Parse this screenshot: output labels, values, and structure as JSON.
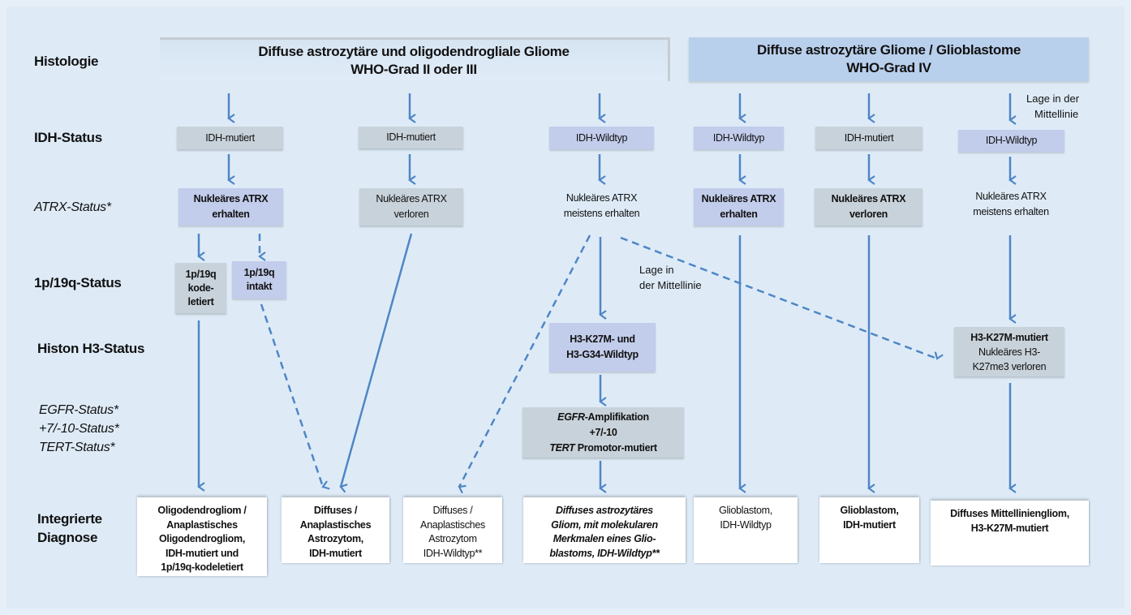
{
  "row_labels": {
    "histologie": "Histologie",
    "idh": "IDH-Status",
    "atrx": "ATRX-Status*",
    "p19q": "1p/19q-Status",
    "h3": "Histon H3-Status",
    "egfr": "EGFR-Status*",
    "plus7": "+7/-10-Status*",
    "tert": "TERT-Status*",
    "diag1": "Integrierte",
    "diag2": "Diagnose"
  },
  "headers": {
    "left": {
      "line1": "Diffuse astrozytäre und oligodendrogliale Gliome",
      "line2": "WHO-Grad II oder III"
    },
    "right": {
      "line1": "Diffuse astrozytäre Gliome / Glioblastome",
      "line2": "WHO-Grad IV"
    }
  },
  "idh": [
    "IDH-mutiert",
    "IDH-mutiert",
    "IDH-Wildtyp",
    "IDH-Wildtyp",
    "IDH-mutiert",
    "IDH-Wildtyp"
  ],
  "atrx": [
    {
      "l1": "Nukleäres ATRX",
      "l2": "erhalten"
    },
    {
      "l1": "Nukleäres ATRX",
      "l2": "verloren"
    },
    {
      "l1": "Nukleäres ATRX",
      "l2": "meistens erhalten"
    },
    {
      "l1": "Nukleäres ATRX",
      "l2": "erhalten"
    },
    {
      "l1": "Nukleäres ATRX",
      "l2": "verloren"
    },
    {
      "l1": "Nukleäres ATRX",
      "l2": "meistens erhalten"
    }
  ],
  "p19q": {
    "kode": {
      "l1": "1p/19q",
      "l2": "kode-",
      "l3": "letiert"
    },
    "intakt": {
      "l1": "1p/19q",
      "l2": "intakt"
    }
  },
  "h3": {
    "wildtyp": {
      "l1": "H3-K27M- und",
      "l2": "H3-G34-Wildtyp"
    },
    "mutiert": {
      "l1": "H3-K27M-mutiert",
      "l2": "Nukleäres H3-",
      "l3": "K27me3 verloren"
    }
  },
  "egfr_box": {
    "egfr": "EGFR",
    "amp": "-Amplifikation",
    "l2": "+7/-10",
    "tert": "TERT",
    "prom": " Promotor-mutiert"
  },
  "notes": {
    "midline_right": {
      "l1": "Lage in der",
      "l2": "Mittellinie"
    },
    "midline_center": {
      "l1": "Lage in",
      "l2": "der Mittellinie"
    }
  },
  "diagnoses": [
    {
      "lines": [
        "Oligodendrogliom /",
        "Anaplastisches",
        "Oligodendrogliom,",
        "IDH-mutiert und",
        "1p/19q-kodeletiert"
      ]
    },
    {
      "lines": [
        "Diffuses /",
        "Anaplastisches",
        "Astrozytom,",
        "IDH-mutiert"
      ]
    },
    {
      "lines": [
        "Diffuses /",
        "Anaplastisches",
        "Astrozytom",
        "IDH-Wildtyp**"
      ]
    },
    {
      "lines": [
        "Diffuses astrozytäres",
        "Gliom, mit molekularen",
        "Merkmalen eines Glio-",
        "blastoms, IDH-Wildtyp**"
      ]
    },
    {
      "lines": [
        "Glioblastom,",
        "IDH-Wildtyp"
      ]
    },
    {
      "lines": [
        "Glioblastom,",
        "IDH-mutiert"
      ]
    },
    {
      "lines": [
        "Diffuses Mittelliniengliom,",
        "H3-K27M-mutiert"
      ]
    }
  ],
  "colors": {
    "arrow": "#4f86c6",
    "gray_box": "#c8d2da",
    "lavender_box": "#c2cceb",
    "header_right": "#b9d0ec"
  }
}
